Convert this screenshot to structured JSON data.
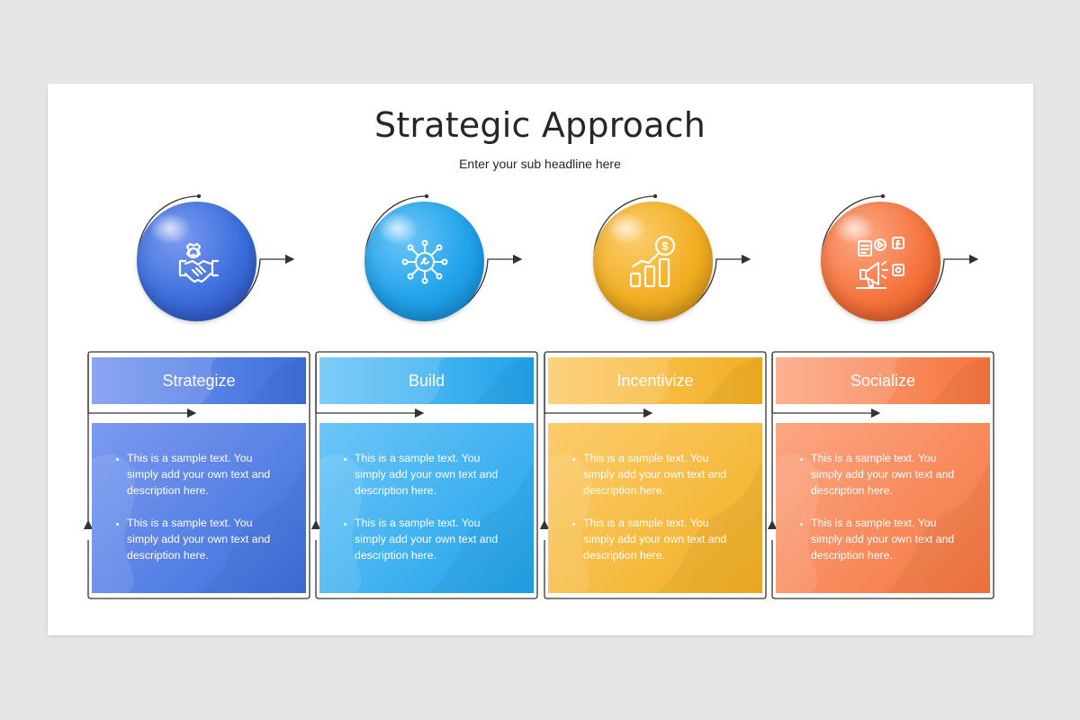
{
  "slide": {
    "title": "Strategic Approach",
    "subtitle": "Enter your sub headline here"
  },
  "steps": [
    {
      "label": "Strategize",
      "icon": "handshake-gear-icon",
      "colors": {
        "main": "#3b6fdc",
        "light": "#7c9af0",
        "dark": "#2748b8"
      },
      "bullets": [
        "This is a sample text. You simply add your own text and description here.",
        "This is a sample text. You simply add your own text and description here."
      ]
    },
    {
      "label": "Build",
      "icon": "network-wrench-icon",
      "colors": {
        "main": "#20a2ea",
        "light": "#6cc6f8",
        "dark": "#1187d0"
      },
      "bullets": [
        "This is a sample text. You simply add your own text and description here.",
        "This is a sample text. You simply add your own text and description here."
      ]
    },
    {
      "label": "Incentivize",
      "icon": "growth-chart-dollar-icon",
      "colors": {
        "main": "#f2ae22",
        "light": "#fccc6c",
        "dark": "#cf8d12"
      },
      "bullets": [
        "This is a sample text. You simply add your own text and description here.",
        "This is a sample text. You simply add your own text and description here."
      ]
    },
    {
      "label": "Socialize",
      "icon": "megaphone-social-icon",
      "colors": {
        "main": "#f5743d",
        "light": "#fca784",
        "dark": "#df4f1c"
      },
      "bullets": [
        "This is a sample text. You simply add your own text and description here.",
        "This is a sample text. You simply add your own text and description here."
      ]
    }
  ]
}
